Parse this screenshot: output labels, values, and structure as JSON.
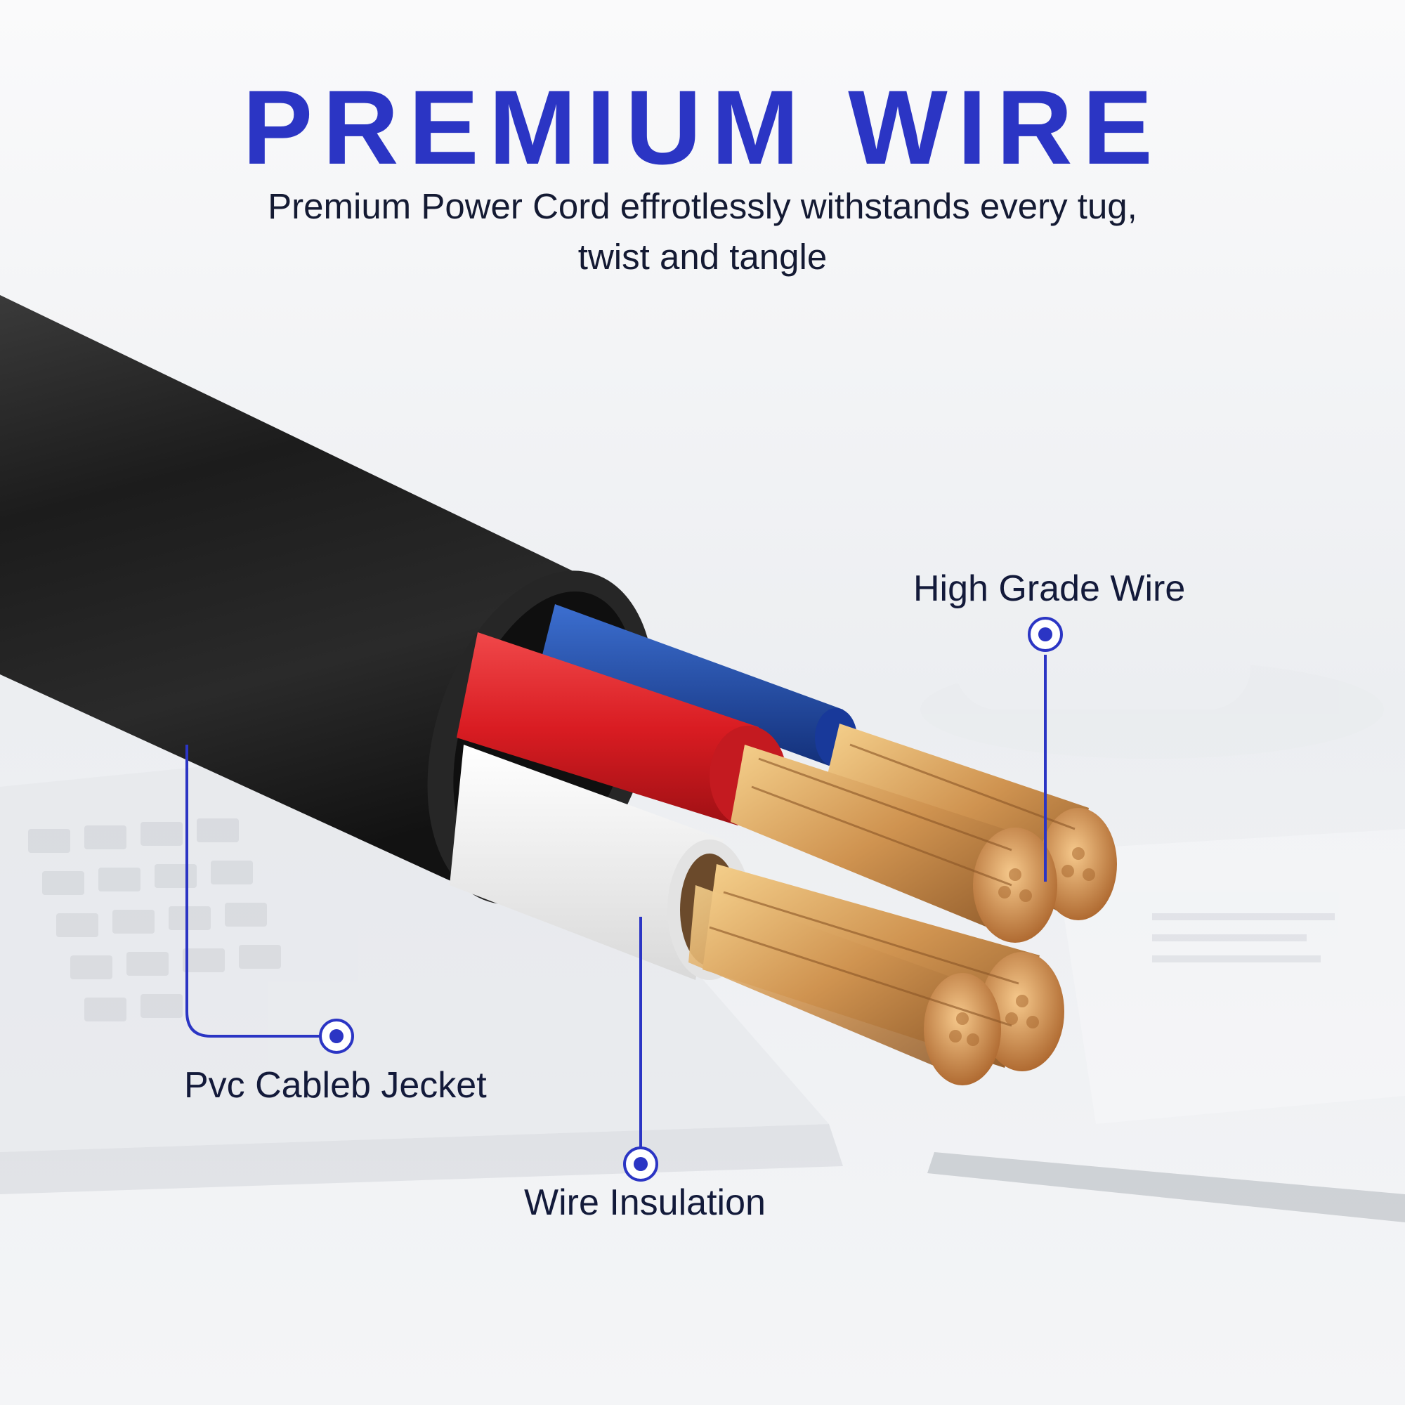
{
  "header": {
    "title": "PREMIUM WIRE",
    "subtitle_line1": "Premium Power Cord effrotlessly withstands every tug,",
    "subtitle_line2": "twist and tangle"
  },
  "callouts": {
    "high_grade_wire": "High Grade Wire",
    "pvc_jacket": "Pvc Cableb Jecket",
    "wire_insulation": "Wire Insulation"
  },
  "colors": {
    "accent": "#2b35c4",
    "text": "#131a3a",
    "jacket": "#1f1f1f",
    "red_core": "#e0262b",
    "blue_core": "#1f4aa8",
    "white_core": "#f6f6f6",
    "copper": "#d8a060"
  }
}
